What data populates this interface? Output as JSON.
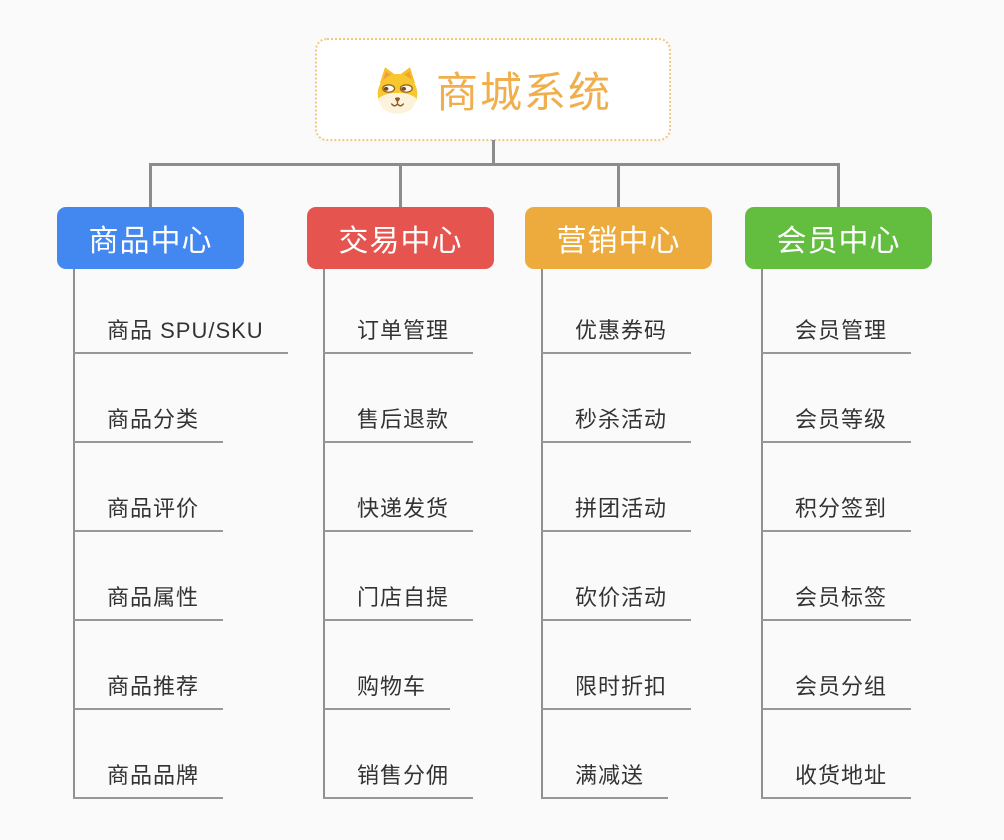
{
  "root": {
    "title": "商城系统",
    "icon": "dog-face-icon"
  },
  "branches": [
    {
      "label": "商品中心",
      "color": "#4288f0",
      "items": [
        "商品 SPU/SKU",
        "商品分类",
        "商品评价",
        "商品属性",
        "商品推荐",
        "商品品牌"
      ]
    },
    {
      "label": "交易中心",
      "color": "#e5544f",
      "items": [
        "订单管理",
        "售后退款",
        "快递发货",
        "门店自提",
        "购物车",
        "销售分佣"
      ]
    },
    {
      "label": "营销中心",
      "color": "#edab3d",
      "items": [
        "优惠券码",
        "秒杀活动",
        "拼团活动",
        "砍价活动",
        "限时折扣",
        "满减送"
      ]
    },
    {
      "label": "会员中心",
      "color": "#63be40",
      "items": [
        "会员管理",
        "会员等级",
        "积分签到",
        "会员标签",
        "会员分组",
        "收货地址"
      ]
    }
  ],
  "colors": {
    "canvas_background": "#fafafa",
    "connector": "#8c8c8c",
    "topic_underline": "#979797",
    "topic_text": "#333333",
    "header_text": "#ffffff",
    "root_text": "#f0ae4c",
    "root_border": "#f3c77e"
  }
}
